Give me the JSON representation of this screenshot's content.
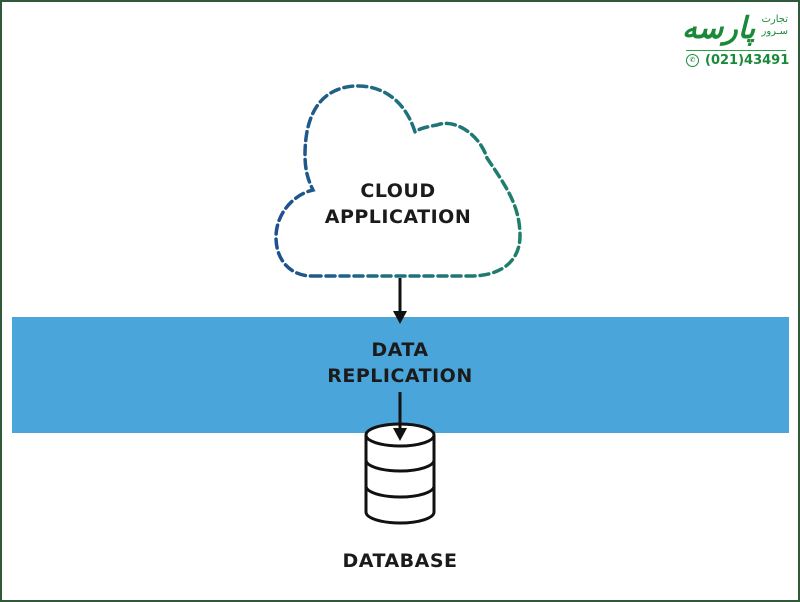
{
  "diagram": {
    "nodes": {
      "cloud": {
        "line1": "CLOUD",
        "line2": "APPLICATION"
      },
      "replication": {
        "line1": "DATA",
        "line2": "REPLICATION"
      },
      "database": {
        "label": "DATABASE"
      }
    },
    "edges": [
      {
        "from": "cloud",
        "to": "replication"
      },
      {
        "from": "replication",
        "to": "database"
      }
    ],
    "colors": {
      "band": "#4aa6da",
      "cloud_stroke_start": "#1f4f8f",
      "cloud_stroke_end": "#1f7f6a",
      "frame": "#2f5a3a",
      "ink": "#1b1b1b"
    }
  },
  "watermark": {
    "brand": "پارسه",
    "subtitle_line1": "تجارت",
    "subtitle_line2": "سـرور",
    "phone": "(021)43491",
    "phone_icon": "phone-icon",
    "color": "#1a8a3a"
  }
}
